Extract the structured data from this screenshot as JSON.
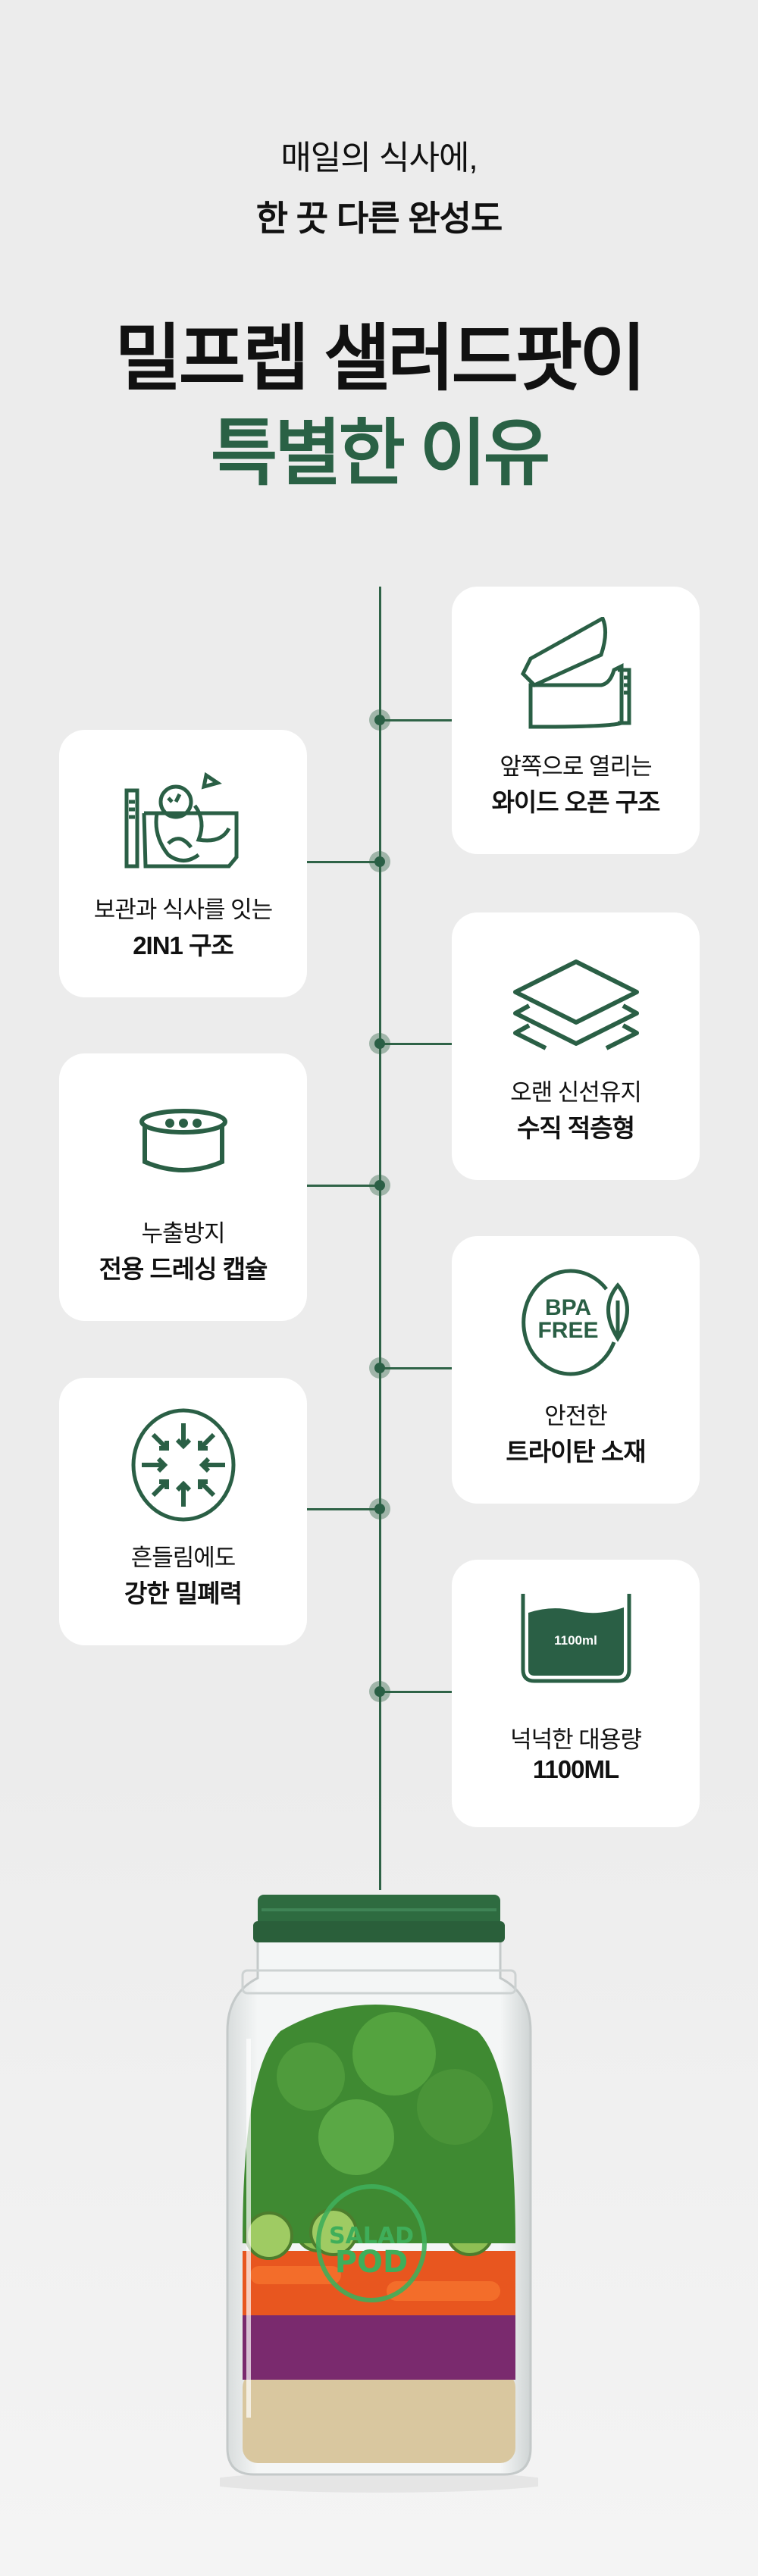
{
  "header": {
    "subtitle_line1": "매일의 식사에,",
    "subtitle_line2": "한 끗 다른 완성도",
    "title_line1": "밀프렙 샐러드팟이",
    "title_line2": "특별한 이유"
  },
  "colors": {
    "accent": "#2a6145",
    "background": "#ececec",
    "card": "#ffffff"
  },
  "features": [
    {
      "icon": "wide-open-container-icon",
      "line1": "앞쪽으로 열리는",
      "line2": "와이드 오픈 구조"
    },
    {
      "icon": "salad-bowl-icon",
      "line1": "보관과 식사를 잇는",
      "line2": "2IN1 구조"
    },
    {
      "icon": "stacked-layers-icon",
      "line1": "오랜 신선유지",
      "line2": "수직 적층형"
    },
    {
      "icon": "dressing-capsule-icon",
      "line1": "누출방지",
      "line2": "전용 드레싱 캡슐"
    },
    {
      "icon": "bpa-free-icon",
      "icon_text1": "BPA",
      "icon_text2": "FREE",
      "line1": "안전한",
      "line2": "트라이탄 소재"
    },
    {
      "icon": "seal-arrows-icon",
      "line1": "흔들림에도",
      "line2": "강한 밀폐력"
    },
    {
      "icon": "capacity-cup-icon",
      "icon_text1": "1100ml",
      "line1": "넉넉한 대용량",
      "line2": "1100ML"
    }
  ],
  "product": {
    "logo_text": "SALAD POD"
  }
}
